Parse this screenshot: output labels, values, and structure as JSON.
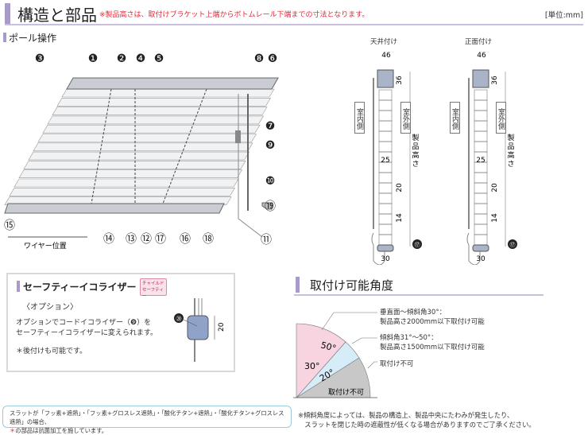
{
  "header": {
    "title": "構造と部品",
    "note": "※製品高さは、取付けブラケット上端からボトムレール下端までの寸法となります。",
    "unit": "[単位:mm]"
  },
  "pole": {
    "title": "ポール操作",
    "wire_label": "ワイヤー位置",
    "callouts": [
      "❸",
      "❶",
      "❷",
      "❹",
      "❺",
      "❽",
      "❻",
      "❼",
      "❾",
      "❿",
      "⑲",
      "⑪",
      "⑮",
      "⑭",
      "⑬",
      "⑫",
      "⑰",
      "⑯",
      "⑱"
    ]
  },
  "side": {
    "ceiling_title": "天井付け",
    "front_title": "正面付け",
    "width_top": "46",
    "head_h": "36",
    "slat_w": "25",
    "pitch": "20",
    "bottom": "14",
    "width_bottom": "30",
    "indoor": "室内側",
    "outdoor": "室外側",
    "height_label": "製品高さ",
    "callout": "⑰"
  },
  "safety": {
    "title": "セーフティーイコライザー",
    "badge_line1": "チャイルド",
    "badge_line2": "セーフティー",
    "option": "〈オプション〉",
    "desc1": "オプションでコードイコライザー（❾）を",
    "desc2": "セーフティーイコライザーに変えられます。",
    "desc3": "＊後付けも可能です。",
    "callout": "⑳",
    "dim": "20"
  },
  "footer": {
    "line1": "スラットが「フッ素+遮熱」・「フッ素+グロスレス遮熱」・「酸化チタン+遮熱」・「酸化チタン+グロスレス遮熱」の場合、",
    "line2_mark": "＊",
    "line2": "の部品は抗菌加工を施しています。"
  },
  "angle": {
    "title": "取付け可能角度",
    "a50": "50°",
    "a30": "30°",
    "a20": "20°",
    "label1a": "垂直面～傾斜角30°：",
    "label1b": "製品高さ2000mm以下取付け可能",
    "label2a": "傾斜角31°～50°：",
    "label2b": "製品高さ1500mm以下取付け可能",
    "label3": "取付け不可",
    "zone": "取付け不可",
    "note1": "※傾斜角度によっては、製品の構造上、製品中央にたわみが発生したり、",
    "note2": "　スラットを閉じた時の遮蔽性が低くなる場合がありますのでご了承ください。",
    "colors": {
      "pink": "#f7d4e0",
      "blue": "#d6ecf8",
      "gray": "#c8c8c8"
    }
  }
}
